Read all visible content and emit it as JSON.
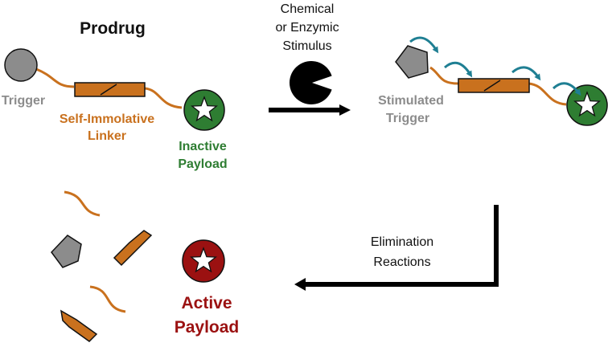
{
  "labels": {
    "prodrug": "Prodrug",
    "trigger": "Trigger",
    "linker_line1": "Self-Immolative",
    "linker_line2": "Linker",
    "inactive_line1": "Inactive",
    "inactive_line2": "Payload",
    "stimulus_line1": "Chemical",
    "stimulus_line2": "or Enzymic",
    "stimulus_line3": "Stimulus",
    "stimulated_line1": "Stimulated",
    "stimulated_line2": "Trigger",
    "elimination_line1": "Elimination",
    "elimination_line2": "Reactions",
    "active_line1": "Active",
    "active_line2": "Payload"
  },
  "colors": {
    "trigger_gray": "#8c8c8c",
    "linker_orange": "#c9711e",
    "inactive_green": "#2e7d32",
    "active_red": "#9b1111",
    "teal_arrow": "#1f7f93",
    "text_dark": "#111111",
    "text_gray": "#8c8c8c"
  },
  "icons": {
    "enzyme": "pacman-icon",
    "payload": "star-icon"
  }
}
